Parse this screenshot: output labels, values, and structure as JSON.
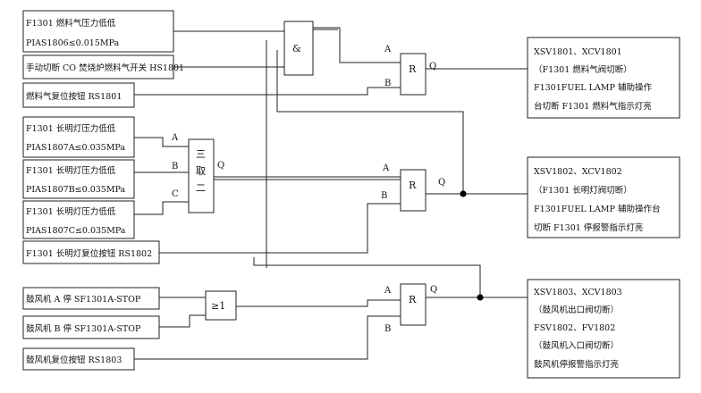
{
  "inputs": {
    "fuel_pressure_low": {
      "line1": "F1301 燃料气压力低低",
      "line2": "PIAS1806≤0.015MPa"
    },
    "manual_cutoff": {
      "line1": "手动切断 CO 焚烧炉燃料气开关 HS1801"
    },
    "fuel_reset": {
      "line1": "燃料气复位按钮 RS1801"
    },
    "pilot_a": {
      "line1": "F1301 长明灯压力低低",
      "line2": "PIAS1807A≤0.035MPa"
    },
    "pilot_b": {
      "line1": "F1301 长明灯压力低低",
      "line2": "PIAS1807B≤0.035MPa"
    },
    "pilot_c": {
      "line1": "F1301 长明灯压力低低",
      "line2": "PIAS1807C≤0.035MPa"
    },
    "pilot_reset": {
      "line1": "F1301 长明灯复位按钮 RS1802"
    },
    "fan_a_stop": {
      "line1": "鼓风机 A 停 SF1301A-STOP"
    },
    "fan_b_stop": {
      "line1": "鼓风机 B 停 SF1301A-STOP"
    },
    "fan_reset": {
      "line1": "鼓风机复位按钮 RS1803"
    }
  },
  "gates": {
    "and_symbol": "&",
    "vote_symbol": [
      "三",
      "取",
      "二"
    ],
    "or_symbol": "≥1",
    "rs_symbol": "R",
    "pin_a": "A",
    "pin_b": "B",
    "pin_c": "C",
    "pin_q": "Q"
  },
  "outputs": {
    "fuel_cutoff": {
      "line1": "XSV1801、XCV1801",
      "line2": "（F1301 燃料气阀切断）",
      "line3": "F1301FUEL LAMP 辅助操作",
      "line4": "台切断 F1301 燃料气指示灯亮"
    },
    "pilot_cutoff": {
      "line1": "XSV1802、XCV1802",
      "line2": "（F1301 长明灯阀切断）",
      "line3": "F1301FUEL LAMP 辅助操作台",
      "line4": "切断 F1301 停报警指示灯亮"
    },
    "fan_cutoff": {
      "line1": "XSV1803、XCV1803",
      "line2": "（鼓风机出口阀切断）",
      "line3": "FSV1802、FV1802",
      "line4": "（鼓风机入口阀切断）",
      "line5": "鼓风机停报警指示灯亮"
    }
  }
}
